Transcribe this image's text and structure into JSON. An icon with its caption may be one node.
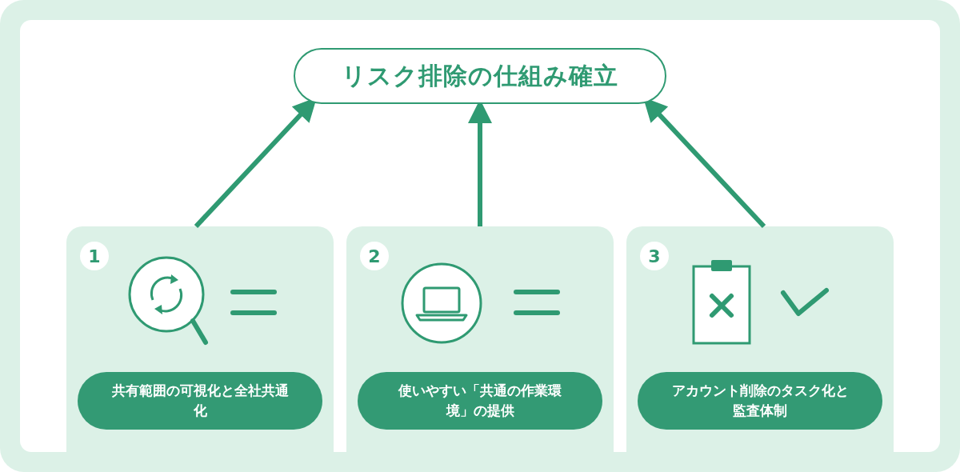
{
  "diagram": {
    "nodes": [
      {
        "text": [
          "リスク排除の仕組み確立"
        ]
      },
      {
        "text": [],
        "shape": "box"
      },
      {
        "text": [
          "1"
        ],
        "in": 1
      },
      {
        "text": [
          "共有範囲の可視化と全社共通化"
        ],
        "in": 1
      },
      {
        "text": [],
        "shape": "box"
      },
      {
        "text": [
          "2"
        ],
        "in": 4
      },
      {
        "text": [
          "使いやすい「共通の作業環境」の提供"
        ],
        "in": 4
      },
      {
        "text": [],
        "shape": "box"
      },
      {
        "text": [
          "3"
        ],
        "in": 7
      },
      {
        "text": [
          "アカウント削除のタスク化と監査体制"
        ],
        "in": 7
      }
    ],
    "edges": [
      {
        "from": 1,
        "to": 0,
        "arrow": "to"
      },
      {
        "from": 4,
        "to": 0,
        "arrow": "to"
      },
      {
        "from": 7,
        "to": 0,
        "arrow": "to"
      }
    ]
  }
}
